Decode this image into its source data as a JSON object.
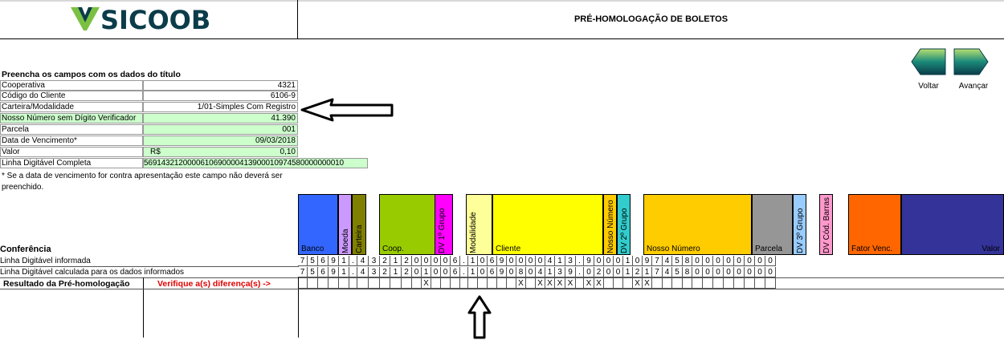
{
  "brand": {
    "name": "SICOOB",
    "logo_color": "#7ac142",
    "text_color": "#0b3c49"
  },
  "header": {
    "title": "PRÉ-HOMOLOGAÇÃO DE BOLETOS"
  },
  "nav": {
    "back_label": "Voltar",
    "next_label": "Avançar"
  },
  "form": {
    "title": "Preencha os campos com os dados do título",
    "fields": [
      {
        "label": "Cooperativa",
        "value": "4321",
        "highlight": false
      },
      {
        "label": "Código do Cliente",
        "value": "6106-9",
        "highlight": false
      },
      {
        "label": "Carteira/Modalidade",
        "value": "1/01-Simples Com Registro",
        "highlight": false
      },
      {
        "label": "Nosso Número sem Dígito Verificador",
        "value": "41.390",
        "highlight": true
      },
      {
        "label": "Parcela",
        "value": "001",
        "highlight": true
      },
      {
        "label": "Data de Vencimento*",
        "value": "09/03/2018",
        "highlight": true
      },
      {
        "label": "Valor",
        "prefix": "R$",
        "value": "0,10",
        "highlight": true
      },
      {
        "label": "Linha Digitável Completa",
        "value": "5691432120000610690000413900010974580000000010",
        "highlight": true
      }
    ],
    "note": "* Se a data de vencimento for contra apresentação este campo não deverá ser preenchido."
  },
  "conference": {
    "title": "Conferência",
    "segments": [
      {
        "label": "Banco",
        "color": "#3366ff",
        "vertical": false
      },
      {
        "label": "Moeda",
        "color": "#cc99ff",
        "vertical": true
      },
      {
        "label": "Carteira",
        "color": "#808000",
        "vertical": true
      },
      {
        "label": "Coop.",
        "color": "#99cc00",
        "vertical": false
      },
      {
        "label": "DV 1º Grupo",
        "color": "#ff00ff",
        "vertical": true
      },
      {
        "label": "Modalidade",
        "color": "#ffff99",
        "vertical": true
      },
      {
        "label": "Cliente",
        "color": "#ffff00",
        "vertical": false
      },
      {
        "label": "Nosso Número",
        "color": "#ffcc00",
        "vertical": true
      },
      {
        "label": "DV 2º Grupo",
        "color": "#33cccc",
        "vertical": true
      },
      {
        "label": "Nosso Número",
        "color": "#ffcc00",
        "vertical": false
      },
      {
        "label": "Parcela",
        "color": "#969696",
        "vertical": false
      },
      {
        "label": "DV 3º Grupo",
        "color": "#99ccff",
        "vertical": true
      },
      {
        "label": "DV Cód. Barras",
        "color": "#ff99cc",
        "vertical": true
      },
      {
        "label": "Fator Venc.",
        "color": "#ff6600",
        "vertical": false
      },
      {
        "label": "Valor",
        "color": "#333399",
        "vertical": false
      }
    ],
    "rows": {
      "informed_label": "Linha Digitável informada",
      "calculated_label": "Linha Digitável calculada para os dados informados",
      "informed": [
        "7",
        "5",
        "6",
        "9",
        "1",
        ".",
        "4",
        "3",
        "2",
        "1",
        "2",
        "0",
        "0",
        "0",
        "0",
        "6",
        ".",
        "1",
        "0",
        "6",
        "9",
        "0",
        "0",
        "0",
        "0",
        "4",
        "1",
        "3",
        ".",
        "9",
        "0",
        "0",
        "0",
        "1",
        "0",
        "9",
        "7",
        "4",
        "5",
        "8",
        "0",
        "0",
        "0",
        "0",
        "0",
        "0",
        "0",
        "0"
      ],
      "calculated": [
        "7",
        "5",
        "6",
        "9",
        "1",
        ".",
        "4",
        "3",
        "2",
        "1",
        "2",
        "0",
        "1",
        "0",
        "0",
        "6",
        ".",
        "1",
        "0",
        "6",
        "9",
        "0",
        "8",
        "0",
        "4",
        "1",
        "3",
        "9",
        ".",
        "0",
        "2",
        "0",
        "0",
        "1",
        "2",
        "1",
        "7",
        "4",
        "5",
        "8",
        "0",
        "0",
        "0",
        "0",
        "0",
        "0",
        "0",
        "0"
      ],
      "diff": [
        "",
        "",
        "",
        "",
        "",
        "",
        "",
        "",
        "",
        "",
        "",
        "",
        "X",
        "",
        "",
        "",
        "",
        "",
        "",
        "",
        "",
        "",
        "X",
        "",
        "X",
        "X",
        "X",
        "X",
        "",
        "X",
        "X",
        "",
        "",
        "",
        "X",
        "X",
        "",
        "",
        "",
        "",
        "",
        "",
        "",
        "",
        "",
        "",
        "",
        ""
      ]
    },
    "result_label": "Resultado da Pré-homologação",
    "result_message": "Verifique a(s) diferença(s) ->"
  }
}
